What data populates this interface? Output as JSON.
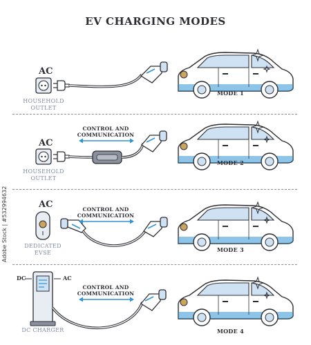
{
  "title": "EV CHARGING MODES",
  "watermark": "Adobe Stock | #532994632",
  "colors": {
    "outline": "#2b2d33",
    "blue": "#2f93d4",
    "pale_blue": "#cfe2f3",
    "label_grey": "#7e8aa3",
    "device_grey": "#8a909c",
    "gold": "#c9a560"
  },
  "modes": [
    {
      "source": "AC",
      "source_label_1": "HOUSEHOLD",
      "source_label_2": "OUTLET",
      "mode_label": "MODE 1",
      "comm_1": "",
      "comm_2": "",
      "source_icon": "wall-outlet-icon"
    },
    {
      "source": "AC",
      "source_label_1": "HOUSEHOLD",
      "source_label_2": "OUTLET",
      "mode_label": "MODE 2",
      "comm_1": "CONTROL AND",
      "comm_2": "COMMUNICATION",
      "source_icon": "wall-outlet-icon"
    },
    {
      "source": "AC",
      "source_label_1": "DEDICATED",
      "source_label_2": "EVSE",
      "mode_label": "MODE 3",
      "comm_1": "CONTROL AND",
      "comm_2": "COMMUNICATION",
      "source_icon": "evse-wallbox-icon"
    },
    {
      "source": "AC",
      "source_dc": "DC",
      "source_label_1": "DC CHARGER",
      "source_label_2": "",
      "mode_label": "MODE 4",
      "comm_1": "CONTROL AND",
      "comm_2": "COMMUNICATION",
      "source_icon": "dc-charger-icon"
    }
  ]
}
